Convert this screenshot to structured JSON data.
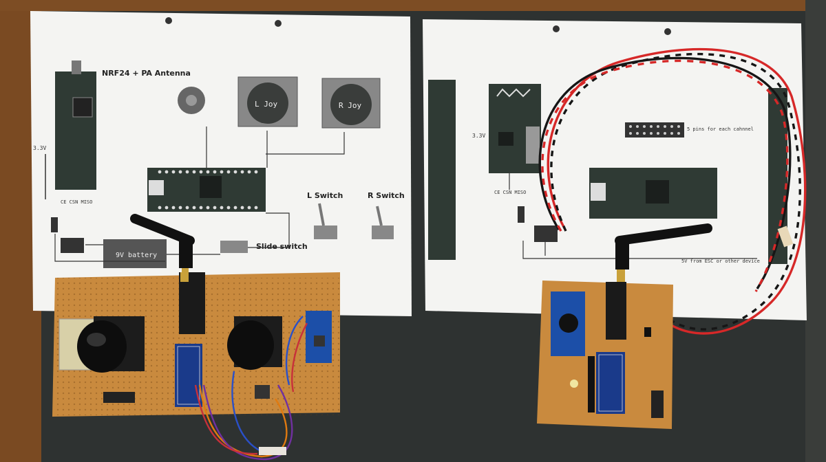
{
  "left_sheet": {
    "module_title": "NRF24 + PA Antenna",
    "left_joystick_label": "L Joy",
    "right_joystick_label": "R Joy",
    "battery_label": "9V battery",
    "slide_switch_label": "Slide switch",
    "left_switch_label": "L Switch",
    "right_switch_label": "R Switch",
    "supply_label": "3.3V",
    "pin_labels": "CE CSN MISO"
  },
  "right_sheet": {
    "header_note": "5 pins for each cahnnel",
    "supply_note": "5V from ESC or other device",
    "supply_label": "3.3V",
    "pin_labels": "CE CSN MISO"
  }
}
